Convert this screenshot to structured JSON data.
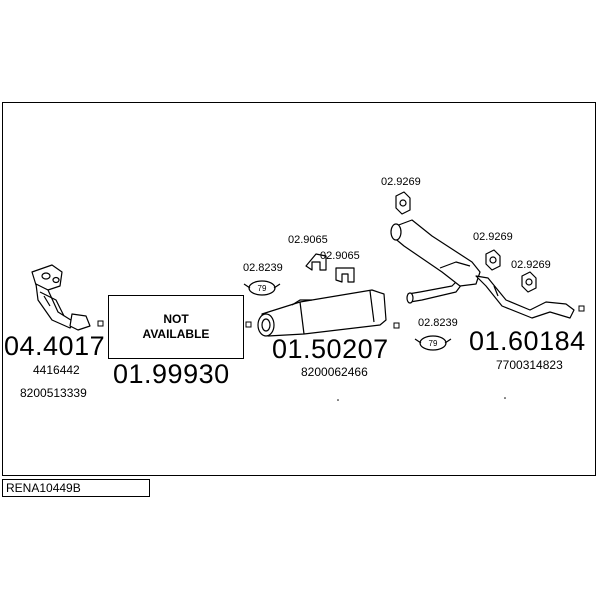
{
  "diagram_code": "RENA10449B",
  "not_available": {
    "line1": "NOT",
    "line2": "AVAILABLE"
  },
  "parts": {
    "catalyst": {
      "number": "04.4017",
      "oem1": "4416442",
      "oem2": "8200513339"
    },
    "front_pipe": {
      "number": "01.99930"
    },
    "middle_silencer": {
      "number": "01.50207",
      "oem": "8200062466"
    },
    "rear_silencer": {
      "number": "01.60184",
      "oem": "7700314823"
    }
  },
  "accessories": {
    "clamp_middle": "02.8239",
    "clamp_middle_badge": "79",
    "hanger_a": "02.9065",
    "hanger_b": "02.9065",
    "clamp_rear": "02.8239",
    "clamp_rear_badge": "79",
    "rubber_top": "02.9269",
    "rubber_mid": "02.9269",
    "rubber_right": "02.9269"
  }
}
